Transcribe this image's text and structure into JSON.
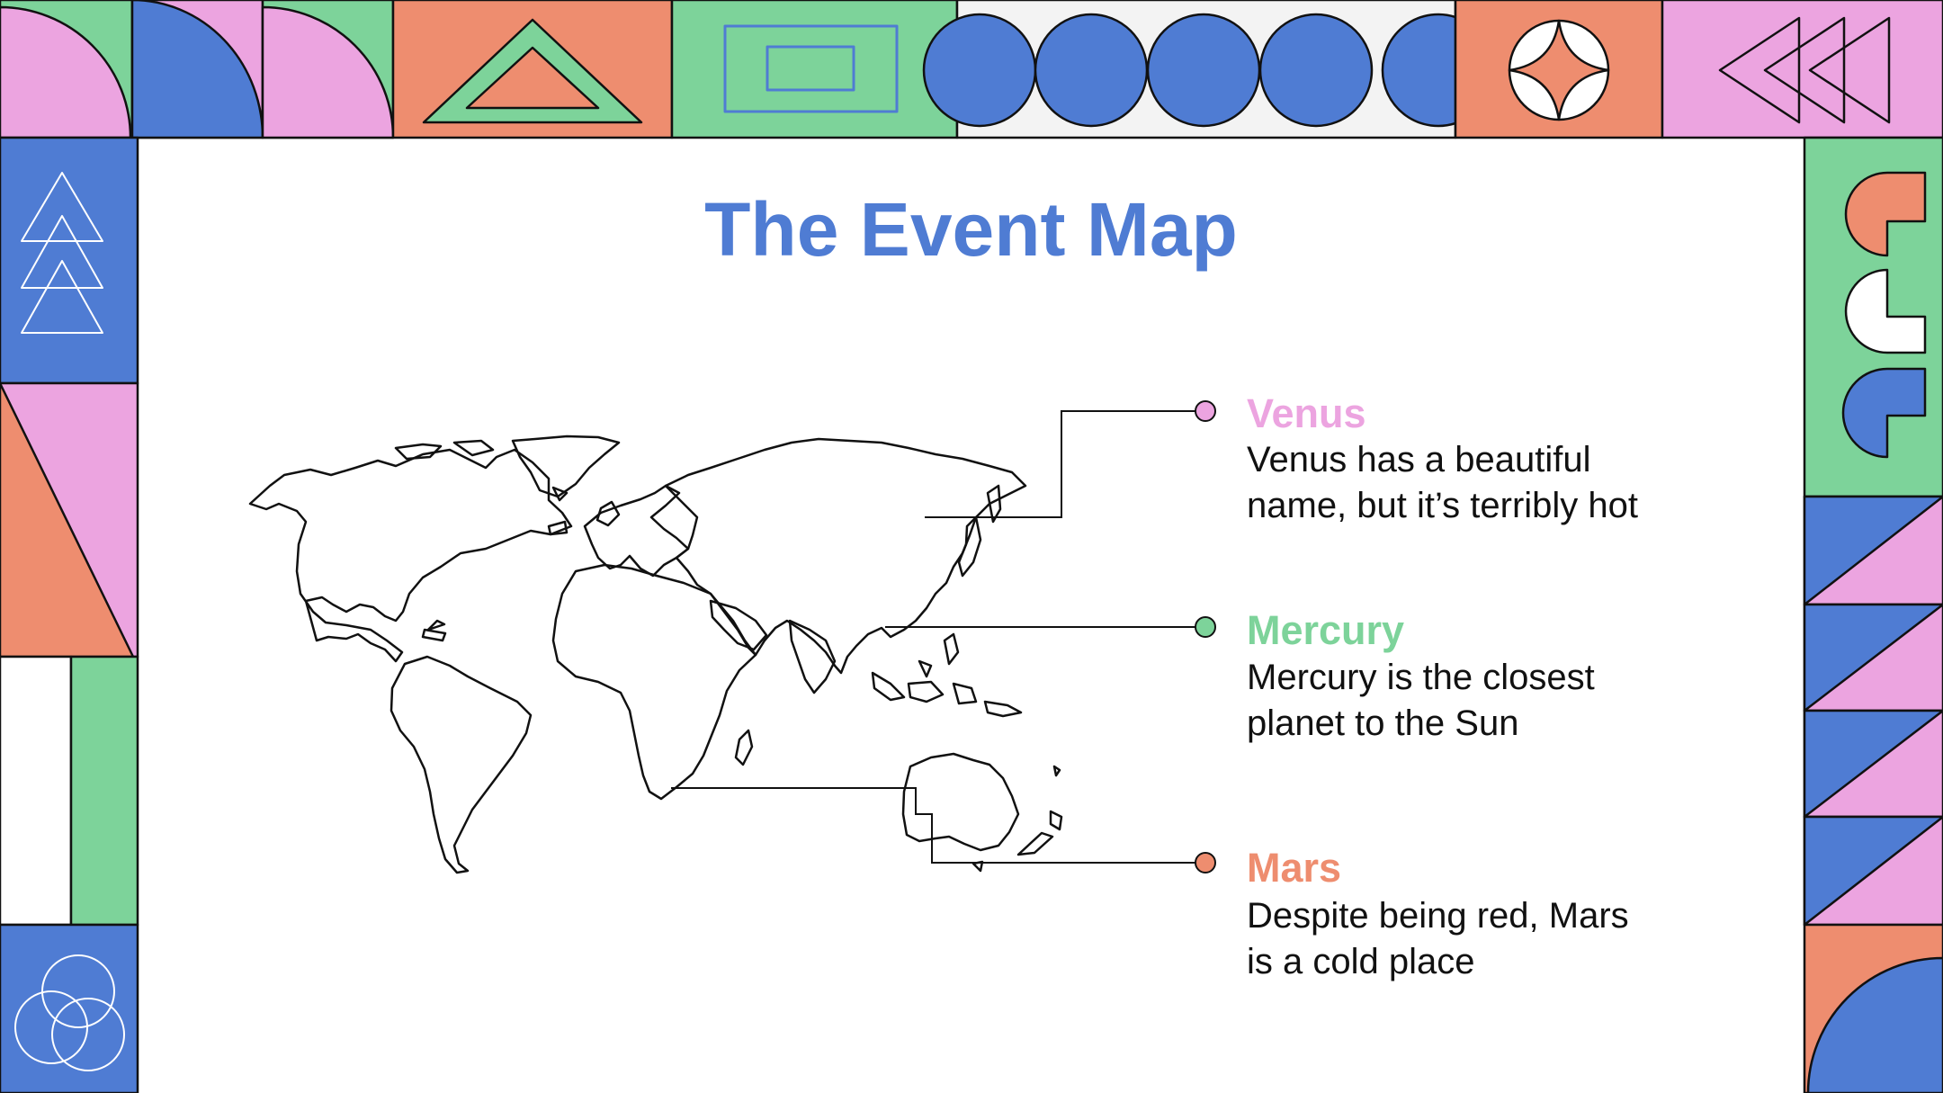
{
  "slide": {
    "title": "The Event Map"
  },
  "colors": {
    "blue": "#4f7cd3",
    "green": "#7dd39a",
    "pink": "#eca4e0",
    "orange": "#ee8d6f",
    "light_gray": "#f3f3f3",
    "outline": "#111111"
  },
  "events": [
    {
      "name": "Venus",
      "color": "#eca4e0",
      "description_line1": "Venus has a beautiful",
      "description_line2": "name, but it’s terribly hot"
    },
    {
      "name": "Mercury",
      "color": "#7dd39a",
      "description_line1": "Mercury is the closest",
      "description_line2": "planet to the Sun"
    },
    {
      "name": "Mars",
      "color": "#ee8d6f",
      "description_line1": "Despite being red, Mars",
      "description_line2": "is a cold place"
    }
  ],
  "icons": [
    "half-circle-icon",
    "triangle-icon",
    "square-icon",
    "circle-icon",
    "star-icon",
    "arrow-left-icon",
    "circles-icon",
    "world-map-icon"
  ]
}
